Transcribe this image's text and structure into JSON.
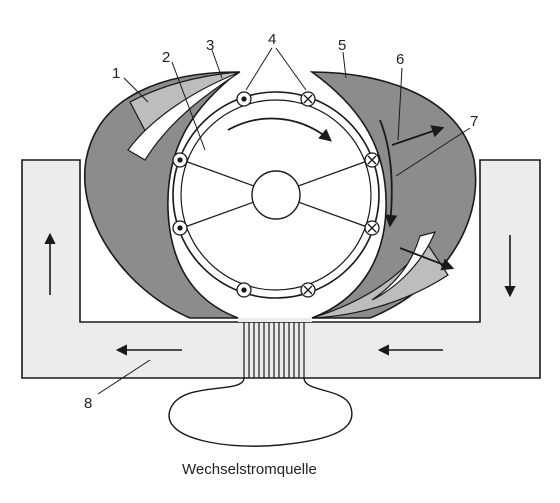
{
  "colors": {
    "frame_fill": "#ececec",
    "stator_fill": "#8c8c8c",
    "stator_light": "#bdbdbd",
    "rotor_fill": "#ffffff",
    "line": "#1a1a1a"
  },
  "labels": {
    "n1": "1",
    "n2": "2",
    "n3": "3",
    "n4": "4",
    "n5": "5",
    "n6": "6",
    "n7": "7",
    "n8": "8"
  },
  "caption": "Wechselstromquelle",
  "conductor_symbols": {
    "dot": "dot-symbol",
    "cross": "cross-symbol"
  }
}
